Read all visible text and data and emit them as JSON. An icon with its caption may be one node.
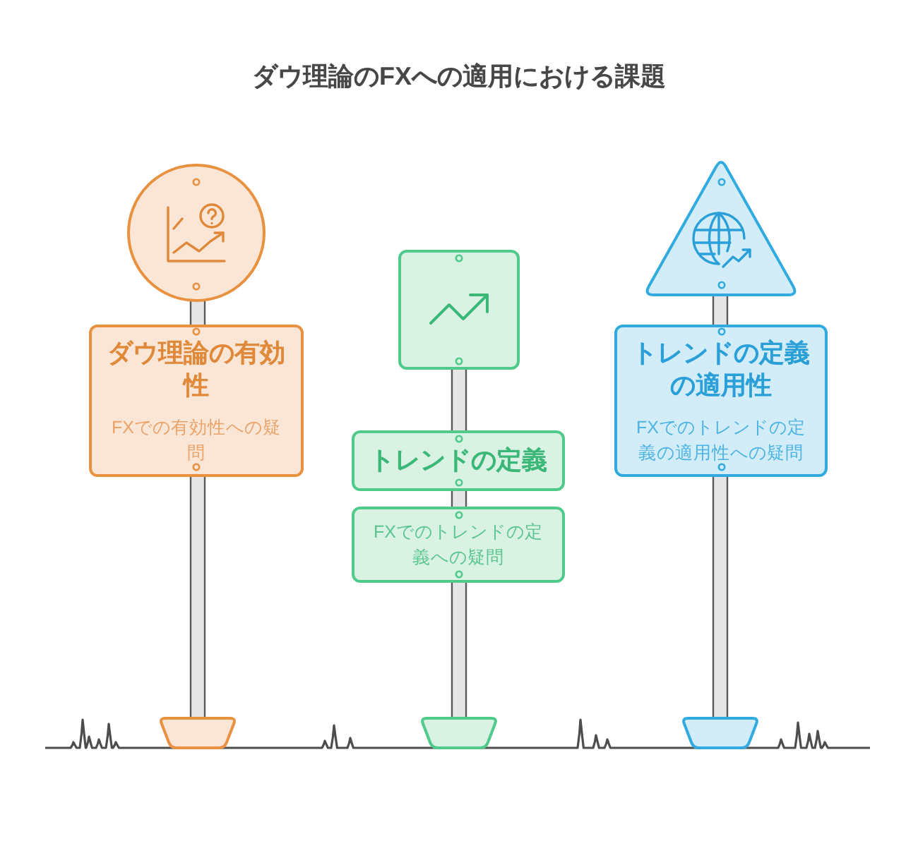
{
  "diagram": {
    "title": "ダウ理論のFXへの適用における課題",
    "nodes": [
      {
        "text": [],
        "shape": "circle"
      },
      {
        "text": [
          "ダウ理論の有効性",
          "FXでの有効性への疑問"
        ]
      },
      {
        "text": [],
        "shape": "box"
      },
      {
        "text": [
          "トレンドの定義"
        ]
      },
      {
        "text": [
          "FXでのトレンドの定義への疑問"
        ]
      },
      {
        "text": [],
        "shape": "triangle"
      },
      {
        "text": [
          "トレンドの定義の適用性",
          "FXでのトレンドの定義の適用性への疑問"
        ]
      }
    ]
  }
}
